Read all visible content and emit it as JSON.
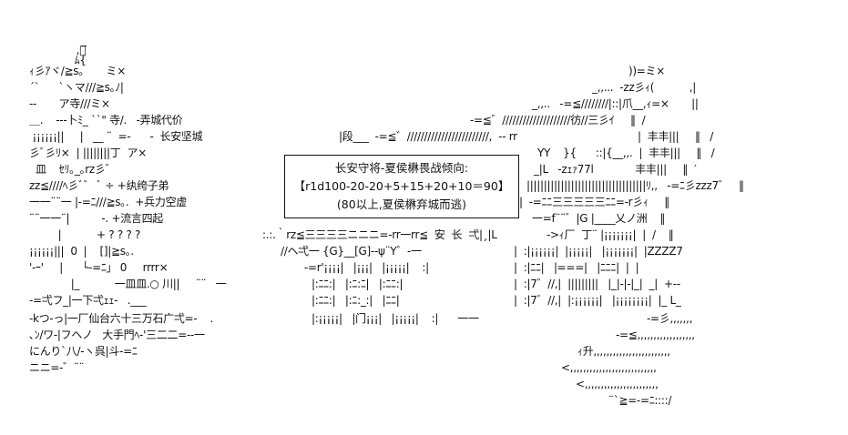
{
  "art": {
    "left_lines": [
      "      _",
      "     ,ﾞ",
      "     ﾑ{",
      "ｨ彡ｱヾ/≧s｡       ミ×",
      "´`      `ヽマ///≧s｡ﾉ|",
      "--       ア寺///ミ×",
      "＿.    ---卜ﾐ_ ``\" 寺/.   -弄城代价",
      " ¡¡¡¡¡¡||     |   __ ¨  =-      -  长安坚城",
      "彡ﾞ彡ﾘ×  | ||||||||丁  ア×",
      "  皿    ｾﾘ｡_｡rz彡゛",
      "zz≦////ﾍ彡ﾞ゛ ﾞ ÷ +纨绔子弟",
      "一一¨¨一 |-=ﾆ///≧s｡.  +兵力空虚",
      "¨¨一一¨|          -. +流言四起",
      "         |           + ? ? ? ?",
      "¡¡¡¡¡¡|||  0  |    []|≧s｡.",
      "'-ｰ'     |      └-=ﾆ」 0     rrrr×",
      "             |_           一皿皿.○ 川||     ¨¨   一",
      "-=弌フ_|一下弌ｪｪ-   .___",
      "-kつ-っ|一厂仙台六十三万石广弌=-    .",
      "､ﾝ/ワ-|フヘノ   大手門ﾍ-'三二二=--一",
      "にんり`八/-ヽ呉|斗-=ﾆ",
      "ニニ=-゛¨¨"
    ],
    "center_lines": [
      "|段___  -=≦゛////////////////////////,  -- rr",
      ":.:.｀rz≦三三三三ニニニ=-rr一rr≦  安  长  弌|¸|L",
      "//ヘ弌一 {G}__[G]--ψ¨Y゛-一",
      "-=r'¡¡¡¡|   |¡¡¡|   |¡¡¡¡¡|    :|",
      "|:ﾆﾆ:|   |:ﾆ:ﾆ|   |:ﾆﾆ:|",
      "|:ﾆﾆ:|   |:ﾆ:_:|   |ﾆﾆ|",
      "|:¡¡¡¡¡|   |门¡¡¡|   |¡¡¡¡¡|    :|      一一"
    ],
    "right_lines": [
      "))=ミ×",
      "_,,...  -zz彡ｨ(           ,|",
      "_,,..   -=≦////////|::|爪__,ｨ=×       ||",
      "-=≦゛////////////////////彷//三彡ｲ     ‖  /",
      "|  丰丰|||     ‖   /",
      "YY    }{      ::|{__,,.  |  丰丰|||     ‖   /",
      "_|L   -zｪｧ77l             丰丰|||     ‖  ′",
      "|||||||||||||||||||||||||||||||||||ﾘ,,   -=ﾆ彡zzz7゛   ‖",
      "|  -=ﾆﾆ三三三三三ﾆﾆ=-r彡ｨ     ‖",
      "一=f¨¨゛|G |____乂ノ洲    ‖",
      "->ｨ厂  丁¨ |¡¡¡¡¡¡¡|  |  /    ‖",
      "|  :|¡¡¡¡¡¡|  |¡¡¡¡¡|   |¡¡¡¡¡¡¡|  |ZZZZ7",
      "|  :|ﾆﾆ|   |===|   |ﾆﾆﾆ|  |  |",
      "|  :|7゛//,|  |||||||||   |_|-|-|_|  _|  +--",
      "|  :|7゛//,|  |:¡¡¡¡¡¡|   |¡¡¡¡¡¡¡¡|  |_ L_",
      "-=彡,,,,,,,",
      "-=≦,,,,,,,,,,,,,,,,,,",
      "ｨ升,,,,,,,,,,,,,,,,,,,,,,,,",
      "<,,,,,,,,,,,,,,,,,,,,,,,,,,,",
      "<,,,,,,,,,,,,,,,,,,,,,,,",
      "¨`≧=-=ﾆ::::/"
    ]
  },
  "stats_box": {
    "title": "长安守将-夏侯楙畏战倾向:",
    "formula": "【r1d100-20-20+5+15+20+10＝90】",
    "note": "(80以上,夏侯楙弃城而逃)"
  }
}
